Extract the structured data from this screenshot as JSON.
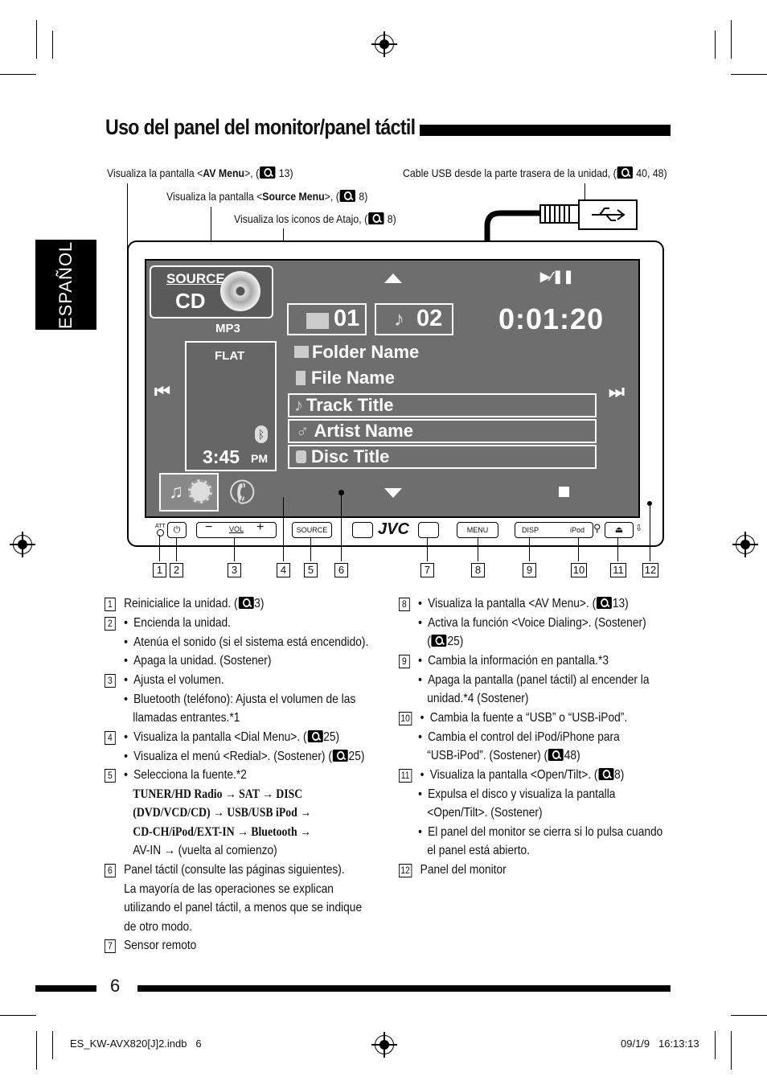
{
  "section_tab": "ESPAÑOL",
  "title": "Uso del panel del monitor/panel táctil",
  "callouts": {
    "av_menu": {
      "pre": "Visualiza la pantalla <",
      "bold": "AV Menu",
      "post": ">, (",
      "ref": "13)"
    },
    "source_menu": {
      "pre": "Visualiza la pantalla <",
      "bold": "Source Menu",
      "post": ">, (",
      "ref": "8)"
    },
    "shortcuts": {
      "pre": "Visualiza los iconos de Atajo, (",
      "ref": "8)"
    },
    "usb": {
      "pre": "Cable USB desde la parte trasera de la unidad, (",
      "ref": "40, 48)"
    }
  },
  "screen": {
    "source_label": "SOURCE",
    "source_value": "CD",
    "format": "MP3",
    "eq": "FLAT",
    "clock": "3:45",
    "ampm": "PM",
    "folder_no": "01",
    "track_no": "02",
    "elapsed": "0:01:20",
    "rows": [
      "Folder Name",
      "File Name",
      "Track Title",
      "Artist Name",
      "Disc Title"
    ]
  },
  "panel_buttons": {
    "att": "ATT",
    "vol": "VOL",
    "source": "SOURCE",
    "brand": "JVC",
    "menu": "MENU",
    "disp": "DISP",
    "ipod": "iPod"
  },
  "callout_numbers": [
    "1",
    "2",
    "3",
    "4",
    "5",
    "6",
    "7",
    "8",
    "9",
    "10",
    "11",
    "12"
  ],
  "left_items": [
    {
      "n": "1",
      "lines": [
        {
          "t": "Reinicialice la unidad. (",
          "ref": "3)"
        }
      ]
    },
    {
      "n": "2",
      "lines": [
        {
          "t": "Encienda la unidad."
        },
        {
          "t": "Atenúa el sonido (si el sistema está encendido)."
        },
        {
          "t": "Apaga la unidad. (Sostener)"
        }
      ]
    },
    {
      "n": "3",
      "lines": [
        {
          "t": "Ajusta el volumen."
        },
        {
          "t": "Bluetooth (teléfono): Ajusta el volumen de las"
        },
        {
          "t": "llamadas entrantes.*1"
        }
      ]
    },
    {
      "n": "4",
      "lines": [
        {
          "t": "Visualiza la pantalla <Dial Menu>. (",
          "ref": "25)"
        },
        {
          "t": "Visualiza el menú <Redial>. (Sostener) (",
          "ref": "25)"
        }
      ]
    },
    {
      "n": "5",
      "lines": [
        {
          "t": "Selecciona la fuente.*2"
        },
        {
          "t": "TUNER/HD Radio → SAT → DISC"
        },
        {
          "t": "(DVD/VCD/CD) → USB/USB iPod →"
        },
        {
          "t": "CD-CH/iPod/EXT-IN → Bluetooth →"
        },
        {
          "t": "AV-IN → (vuelta al comienzo)"
        }
      ]
    },
    {
      "n": "6",
      "lines": [
        {
          "t": "Panel táctil (consulte las páginas siguientes)."
        },
        {
          "t": "La mayoría de las operaciones se explican"
        },
        {
          "t": "utilizando el panel táctil, a menos que se indique"
        },
        {
          "t": "de otro modo."
        }
      ]
    },
    {
      "n": "7",
      "lines": [
        {
          "t": "Sensor remoto"
        }
      ]
    }
  ],
  "right_items": [
    {
      "n": "8",
      "lines": [
        {
          "t": "Visualiza la pantalla <AV Menu>. (",
          "ref": "13)"
        },
        {
          "t": "Activa la función <Voice Dialing>. (Sostener)"
        },
        {
          "t": "(",
          "ref": "25)"
        }
      ]
    },
    {
      "n": "9",
      "lines": [
        {
          "t": "Cambia la información en pantalla.*3"
        },
        {
          "t": "Apaga la pantalla (panel táctil) al encender la"
        },
        {
          "t": "unidad.*4 (Sostener)"
        }
      ]
    },
    {
      "n": "10",
      "lines": [
        {
          "t": "Cambia la fuente a “USB” o “USB-iPod”."
        },
        {
          "t": "Cambia el control del iPod/iPhone para"
        },
        {
          "t": "“USB-iPod”. (Sostener) (",
          "ref": "48)"
        }
      ]
    },
    {
      "n": "11",
      "lines": [
        {
          "t": "Visualiza la pantalla <Open/Tilt>. (",
          "ref": "8)"
        },
        {
          "t": "Expulsa el disco y visualiza la pantalla"
        },
        {
          "t": "<Open/Tilt>. (Sostener)"
        },
        {
          "t": "El panel del monitor se cierra si lo pulsa cuando"
        },
        {
          "t": "el panel está abierto."
        }
      ]
    },
    {
      "n": "12",
      "lines": [
        {
          "t": "Panel del monitor"
        }
      ]
    }
  ],
  "page_number": "6",
  "footer": {
    "file": "ES_KW-AVX820[J]2.indb   6",
    "date": "09/1/9   16:13:13"
  }
}
